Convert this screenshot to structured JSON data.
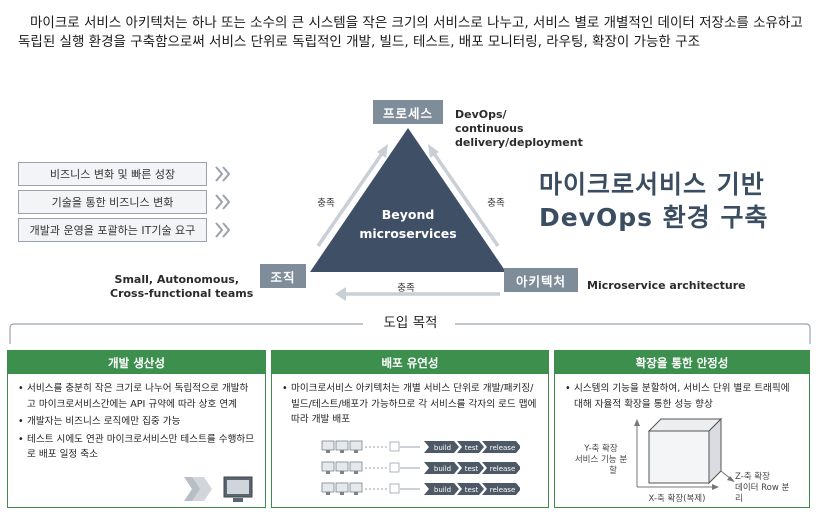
{
  "intro_text": "마이크로 서비스 아키텍처는 하나 또는 소수의 큰 시스템을 작은 크기의 서비스로 나누고, 서비스 별로 개별적인 데이터 저장소를 소유하고 독립된 실행 환경을 구축함으로써 서비스 단위로 독립적인 개발, 빌드, 테스트, 배포 모니터링, 라우팅, 확장이 가능한 구조",
  "drivers": [
    {
      "label": "비즈니스 변화 및 빠른 성장"
    },
    {
      "label": "기술을 통한 비즈니스 변화"
    },
    {
      "label": "개발과 운영을 포괄하는 IT기술 요구"
    }
  ],
  "triangle": {
    "center_label_1": "Beyond",
    "center_label_2": "microservices",
    "top": {
      "label": "프로세스",
      "caption_lines": [
        "DevOps/",
        "continuous",
        "delivery/deployment"
      ]
    },
    "left": {
      "label": "조직",
      "caption_lines": [
        "Small, Autonomous,",
        "Cross-functional teams"
      ]
    },
    "right": {
      "label": "아키텍처",
      "caption": "Microservice architecture"
    },
    "edge_left": "충족",
    "edge_right": "충족",
    "edge_bottom": "충족"
  },
  "headline": {
    "line1": "마이크로서비스 기반",
    "line2": "DevOps 환경 구축"
  },
  "purpose_label": "도입 목적",
  "panels": [
    {
      "title": "개발 생산성",
      "bullets": [
        "서비스를 충분히 작은 크기로 나누어 독립적으로 개발하고 마이크로서비스간에는 API 규약에 따라 상호 연계",
        "개발자는 비즈니스 로직에만 집중 가능",
        "테스트 시에도 연관 마이크로서비스만 테스트를 수행하므로 배포 일정 축소"
      ]
    },
    {
      "title": "배포 유연성",
      "bullets": [
        "마이크로서비스 아키텍처는 개별 서비스 단위로 개발/패키징/빌드/테스트/배포가 가능하므로 각 서비스를 각자의 로드 맵에 따라 개발 배포"
      ],
      "pipeline_steps": [
        "build",
        "test",
        "release"
      ]
    },
    {
      "title": "확장을 통한 안정성",
      "bullets": [
        "시스템의 기능을 분할하여, 서비스 단위 별로 트래픽에 대해 자율적 확장을 통한 성능 향상"
      ],
      "axis_y_lines": [
        "Y-축 확장",
        "서비스 기능 분",
        "할"
      ],
      "axis_x": "X-축 확장(복제)",
      "axis_z_lines": [
        "Z-축 확장",
        "데이터 Row 분",
        "리"
      ]
    }
  ],
  "colors": {
    "panel_green": "#3d8f4e",
    "node_gray": "#7f8c99",
    "triangle_fill": "#3e4f66",
    "headline_text": "#3b4d61",
    "arrow_gray": "#c9cfd6"
  }
}
